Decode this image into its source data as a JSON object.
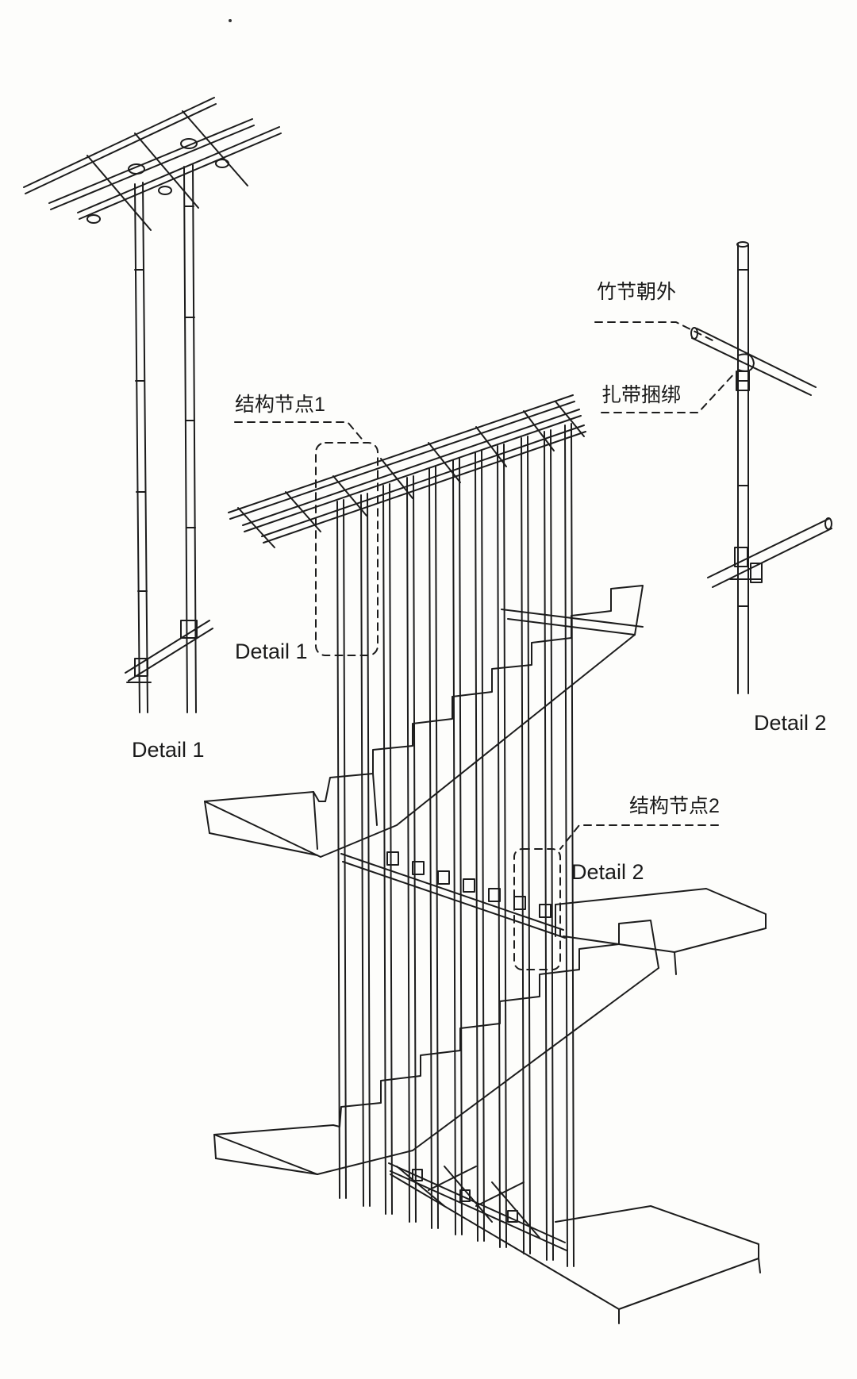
{
  "labels": {
    "detail1_left": "Detail 1",
    "detail1_main": "Detail 1",
    "detail2_right": "Detail 2",
    "detail2_main": "Detail 2",
    "node1": "结构节点1",
    "node2": "结构节点2",
    "bamboo_joint_out": "竹节朝外",
    "tie_binding": "扎带捆绑"
  },
  "colors": {
    "ink": "#1c1c1c",
    "paper": "#fdfdfb"
  }
}
